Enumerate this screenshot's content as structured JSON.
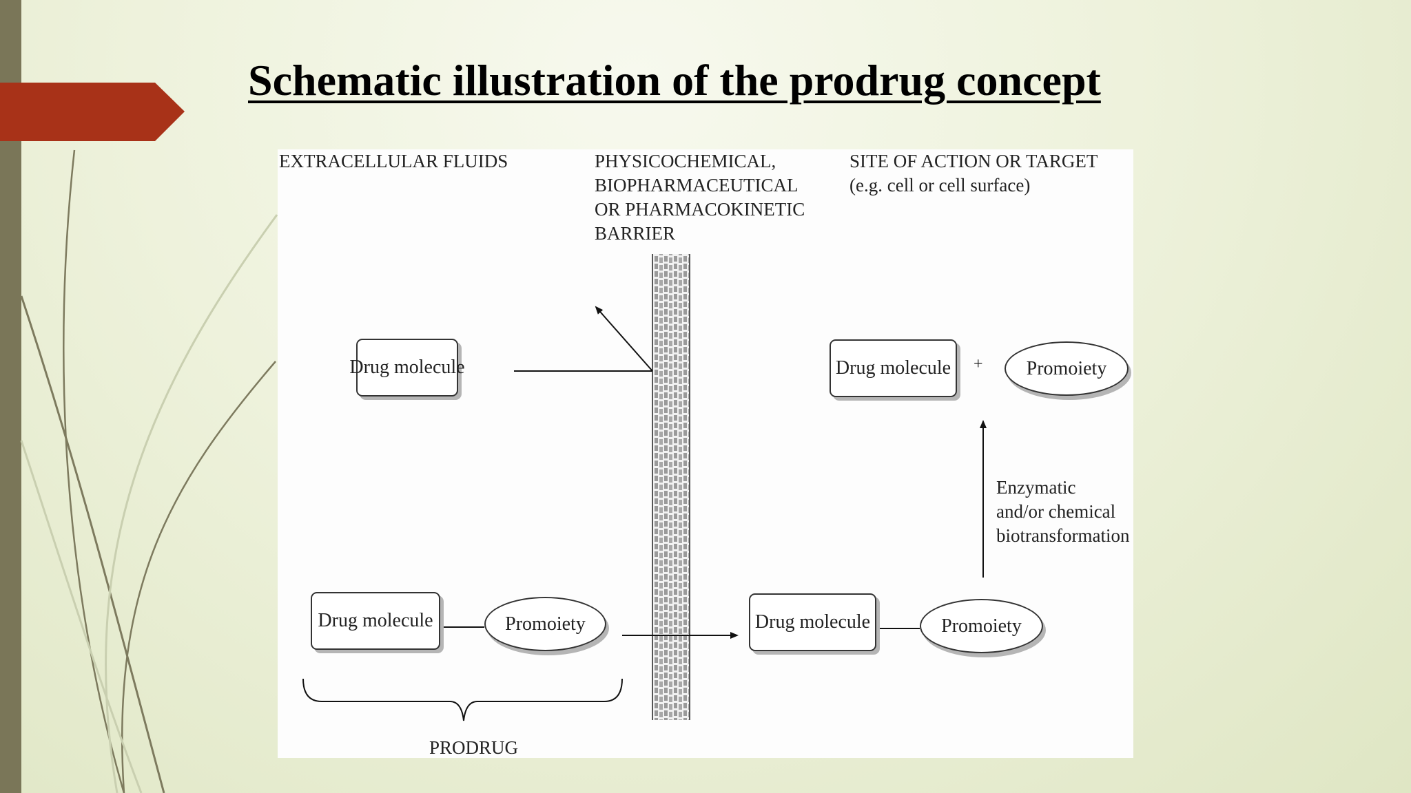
{
  "slide": {
    "title": "Schematic illustration of the prodrug concept"
  },
  "diagram": {
    "header_extracellular": "EXTRACELLULAR FLUIDS",
    "header_barrier": [
      "PHYSICOCHEMICAL,",
      "BIOPHARMACEUTICAL",
      "OR PHARMACOKINETIC",
      "BARRIER"
    ],
    "header_site": [
      "SITE OF ACTION OR TARGET",
      "(e.g. cell or cell surface)"
    ],
    "drug_top_left": "Drug molecule",
    "drug_top_right": "Drug molecule",
    "plus_sign": "+",
    "promoiety_top_right": "Promoiety",
    "drug_bottom_left": "Drug molecule",
    "promoiety_bottom_left": "Promoiety",
    "drug_bottom_right": "Drug molecule",
    "promoiety_bottom_right": "Promoiety",
    "transformation_label": [
      "Enzymatic",
      "and/or chemical",
      "biotransformation"
    ],
    "prodrug_label": "PRODRUG"
  },
  "colors": {
    "accent_red": "#a83218",
    "left_bar": "#7a7658"
  }
}
